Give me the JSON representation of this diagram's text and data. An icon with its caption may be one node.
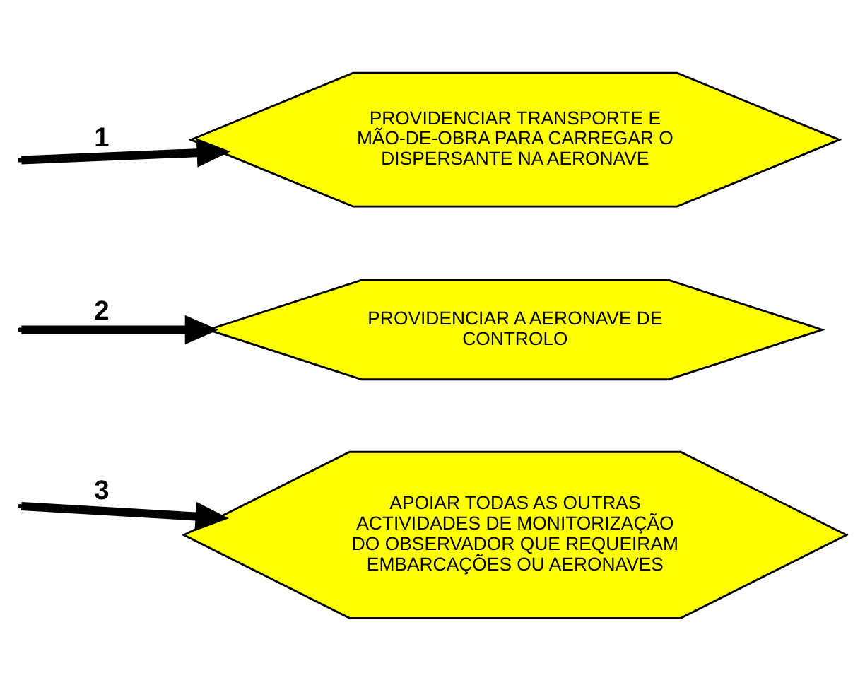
{
  "diagram": {
    "nodes": [
      {
        "text": [
          "PROVIDENCIAR TRANSPORTE E MÃO-DE-OBRA PARA CARREGAR O DISPERSANTE NA AERONAVE"
        ]
      },
      {
        "text": [
          "PROVIDENCIAR A AERONAVE DE CONTROLO"
        ]
      },
      {
        "text": [
          "APOIAR TODAS AS OUTRAS ACTIVIDADES DE MONITORIZAÇÃO DO OBSERVADOR QUE REQUEIRAM EMBARCAÇÕES OU AERONAVES"
        ]
      }
    ],
    "edges": [
      {
        "from": null,
        "to": 0,
        "arrow": "to",
        "label": "1"
      },
      {
        "from": null,
        "to": 1,
        "arrow": "to",
        "label": "2"
      },
      {
        "from": null,
        "to": 2,
        "arrow": "to",
        "label": "3"
      }
    ]
  }
}
